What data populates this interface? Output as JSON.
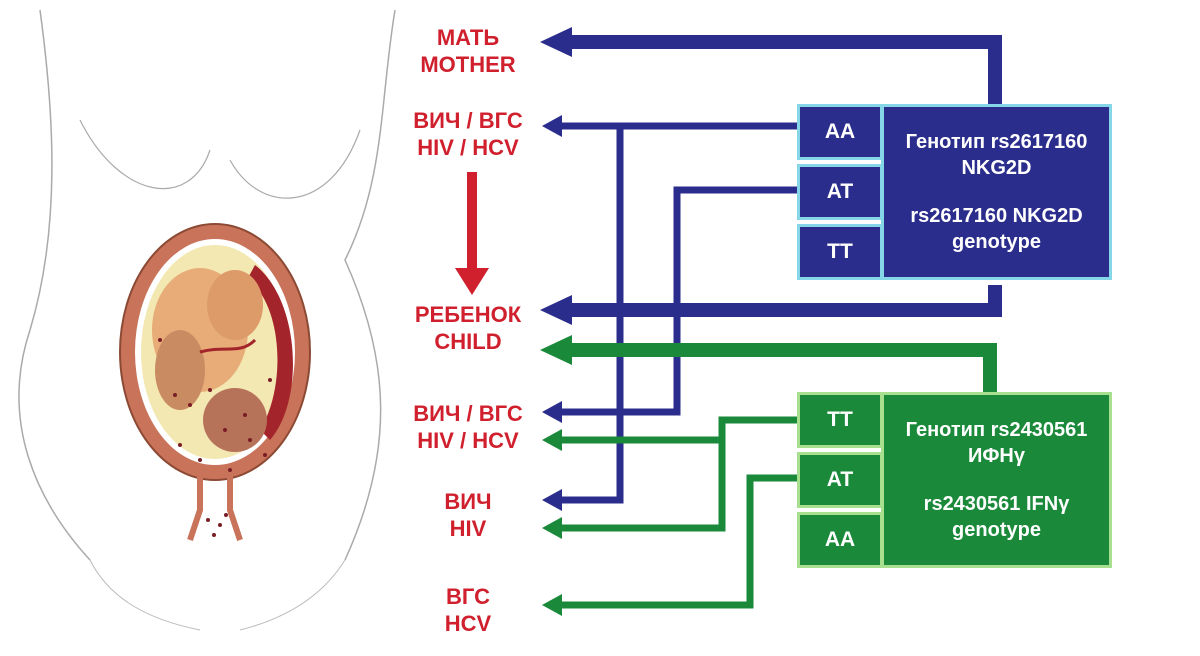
{
  "labels": {
    "mother": {
      "ru": "МАТЬ",
      "en": "MOTHER"
    },
    "hiv_hcv_top": {
      "ru": "ВИЧ / ВГС",
      "en": "HIV / HCV"
    },
    "child": {
      "ru": "РЕБЕНОК",
      "en": "CHILD"
    },
    "hiv_hcv_mid": {
      "ru": "ВИЧ / ВГС",
      "en": "HIV / HCV"
    },
    "hiv": {
      "ru": "ВИЧ",
      "en": "HIV"
    },
    "hcv": {
      "ru": "ВГС",
      "en": "HCV"
    }
  },
  "nkg2d_box": {
    "genotypes": [
      "AA",
      "AT",
      "TT"
    ],
    "title_ru_1": "Генотип rs2617160",
    "title_ru_2": "NKG2D",
    "title_en_1": "rs2617160 NKG2D",
    "title_en_2": "genotype"
  },
  "ifng_box": {
    "genotypes": [
      "TT",
      "AT",
      "AA"
    ],
    "title_ru_1": "Генотип rs2430561",
    "title_ru_2": "ИФНγ",
    "title_en_1": "rs2430561 IFNγ",
    "title_en_2": "genotype"
  },
  "colors": {
    "label_red": "#d0202e",
    "blue_arrow": "#2b2d8c",
    "green_arrow": "#1a8a3a",
    "blue_border": "#85d6e6",
    "green_border": "#a9e08f"
  }
}
